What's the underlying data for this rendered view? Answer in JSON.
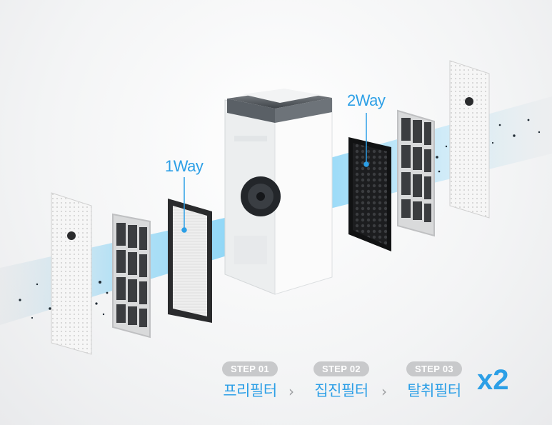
{
  "labels": {
    "way1": "1Way",
    "way2": "2Way"
  },
  "steps": [
    {
      "badge": "STEP 01",
      "name": "프리필터"
    },
    {
      "badge": "STEP 02",
      "name": "집진필터"
    },
    {
      "badge": "STEP 03",
      "name": "탈취필터"
    }
  ],
  "multiplier": "x2",
  "colors": {
    "accent": "#2c9fe6",
    "badge": "#c8c9cb",
    "airflow": "#7fd0f5"
  }
}
